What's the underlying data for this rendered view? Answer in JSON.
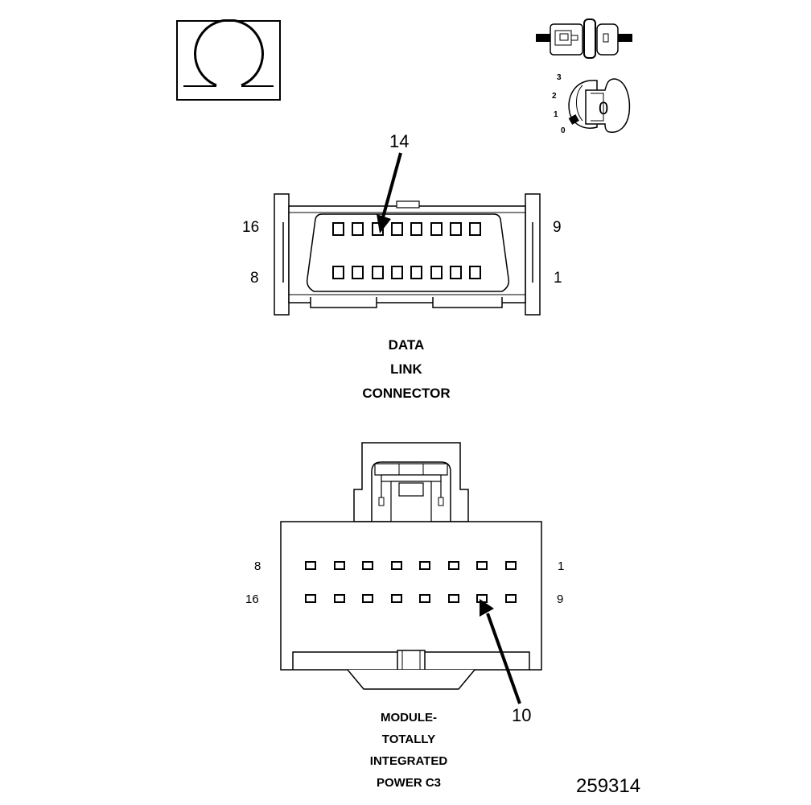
{
  "symbols": {
    "ohm_meter": "ohmmeter-symbol",
    "disconnected_connector": "disconnect-connector-icon",
    "ignition_switch": "ignition-key-off-icon"
  },
  "ignition": {
    "positions": [
      "3",
      "2",
      "1",
      "0"
    ],
    "key_label": "0"
  },
  "data_link_connector": {
    "caption_lines": [
      "DATA",
      "LINK",
      "CONNECTOR"
    ],
    "pin_labels": {
      "top_left": "16",
      "top_right": "9",
      "bottom_left": "8",
      "bottom_right": "1"
    },
    "callout_pin": "14"
  },
  "tipm_c3": {
    "caption_lines": [
      "MODULE-",
      "TOTALLY",
      "INTEGRATED",
      "POWER C3"
    ],
    "pin_labels": {
      "top_left": "8",
      "top_right": "1",
      "bottom_left": "16",
      "bottom_right": "9"
    },
    "callout_pin": "10"
  },
  "figure_number": "259314"
}
